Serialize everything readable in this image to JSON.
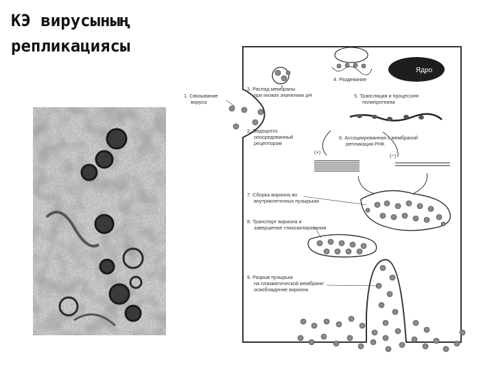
{
  "slide": {
    "title_line1": "КЭ вирусының",
    "title_line2": "репликациясы"
  },
  "diagram": {
    "nucleus": "Ядро",
    "steps": {
      "s1a": "1. Связывание",
      "s1b": "вируса",
      "s2a": "2. Эндоцитоз",
      "s2b": "опосредованный",
      "s2c": "рецептором",
      "s3a": "3. Распад мембраны",
      "s3b": "при низких значениях pH",
      "s4": "4. Раздевание",
      "s5a": "5. Трансляция и процессинг",
      "s5b": "полипротеина",
      "s6a": "6. Ассоциированная с мембраной",
      "s6b": "репликация РНК",
      "plus": "(+)",
      "minus": "(−)",
      "s7a": "7. Сборка вириона во",
      "s7b": "внутриклеточных пузырьках",
      "s8a": "8. Транспорт вириона и",
      "s8b": "завершение гликозилирования",
      "s9a": "9. Разрыв пузырька",
      "s9b": "на плазматической мембране:",
      "s9c": "освобождение вириона"
    }
  },
  "colors": {
    "nucleus_fill": "#1e1e1e",
    "virion_fill": "#8a8a8a",
    "line": "#333333"
  }
}
